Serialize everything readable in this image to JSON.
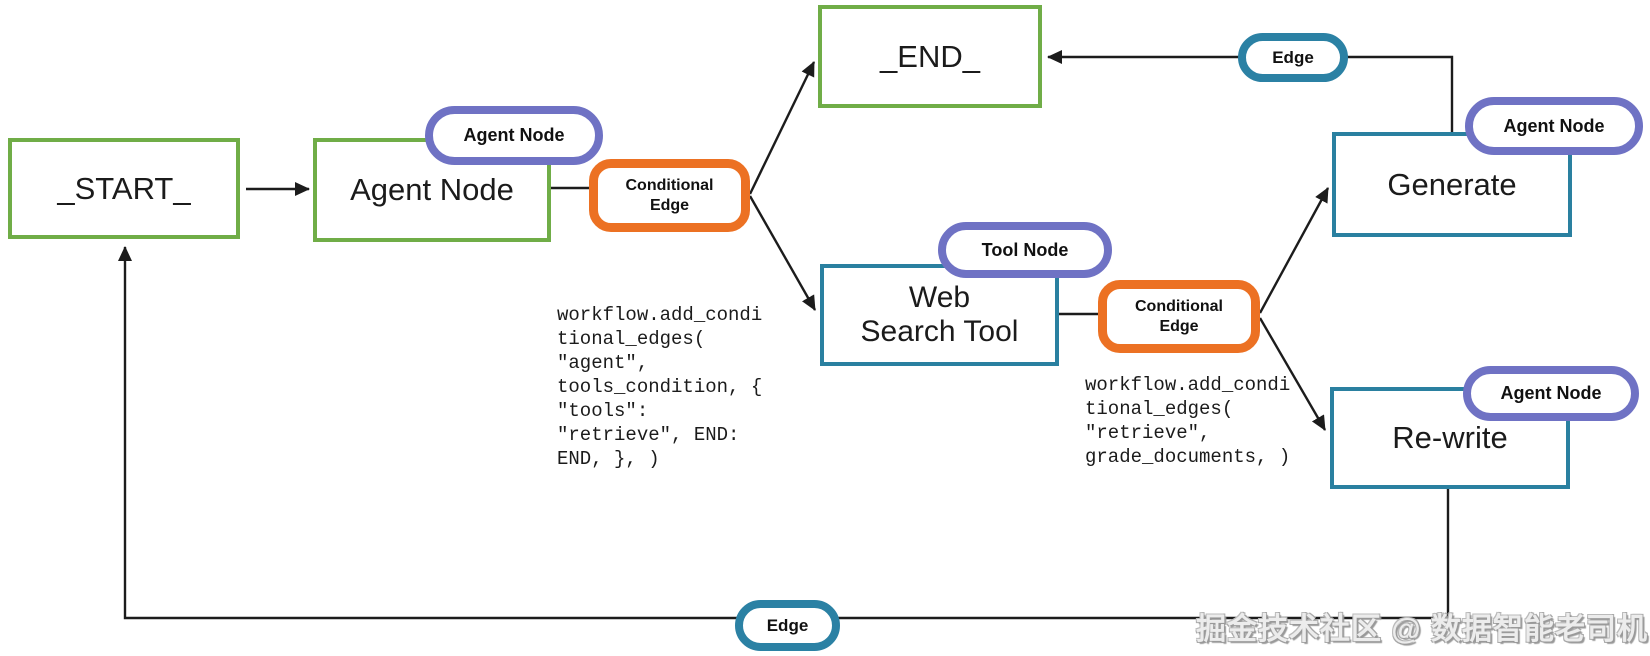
{
  "diagram": {
    "nodes": {
      "start": {
        "label": "_START_"
      },
      "agent": {
        "label": "Agent Node"
      },
      "end": {
        "label": "_END_"
      },
      "web_search": {
        "label": "Web Search Tool"
      },
      "generate": {
        "label": "Generate"
      },
      "rewrite": {
        "label": "Re-write"
      }
    },
    "badges": {
      "agent_node": {
        "label": "Agent Node"
      },
      "tool_node": {
        "label": "Tool Node"
      },
      "conditional_edge": {
        "label": "Conditional Edge"
      },
      "edge": {
        "label": "Edge"
      }
    },
    "code_blocks": {
      "agent_conditional": "workflow.add_condi\ntional_edges(\n\"agent\",\ntools_condition, {\n\"tools\":\n\"retrieve\", END:\nEND, }, )",
      "retrieve_conditional": "workflow.add_condi\ntional_edges(\n\"retrieve\",\ngrade_documents, )"
    },
    "watermark": "掘金技术社区 @ 数据智能老司机",
    "colors": {
      "node_green": "#70AD47",
      "node_teal": "#2A80A0",
      "badge_purple": "#6F72C4",
      "badge_orange": "#EC7123",
      "badge_teal": "#2B81A4",
      "line": "#1c1c1c"
    }
  }
}
